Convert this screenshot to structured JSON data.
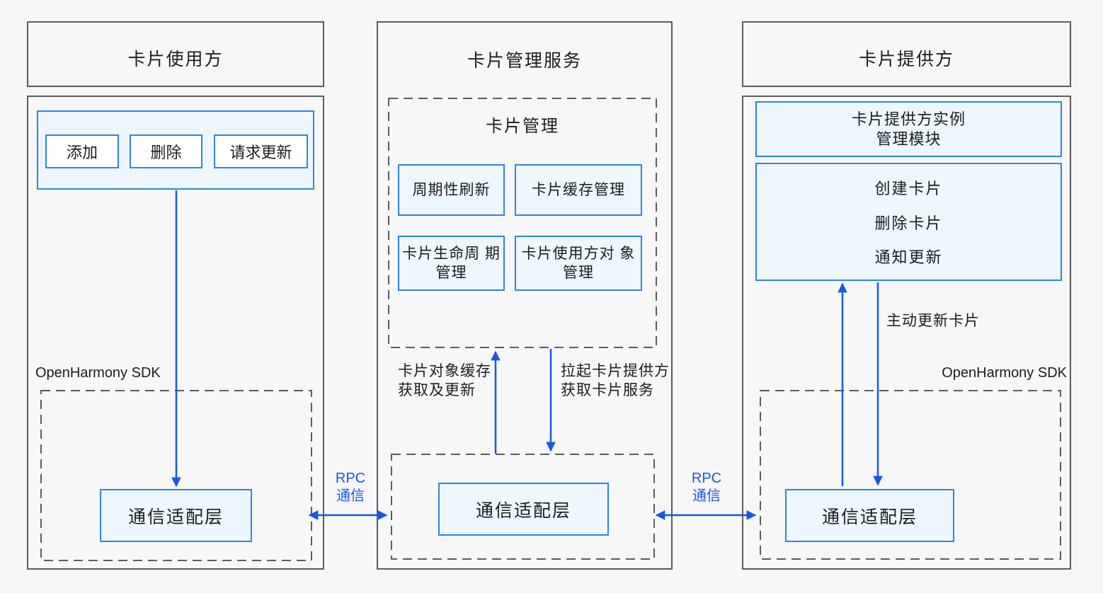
{
  "colors": {
    "background": "#f7f7f8",
    "box_border_gray": "#5a5c5e",
    "panel_border_blue": "#2a86e0",
    "panel_fill_blue": "#eef6fe",
    "arrow_blue": "#1757ec",
    "text": "#1b1c1e"
  },
  "consumer": {
    "title": "卡片使用方",
    "ops": [
      "添加",
      "删除",
      "请求更新"
    ],
    "sdk_label": "OpenHarmony SDK",
    "comm_layer": "通信适配层"
  },
  "manager": {
    "title": "卡片管理服务",
    "mgmt": {
      "title": "卡片管理",
      "m1": "周期性刷新",
      "m2": "卡片缓存管理",
      "m3": [
        "卡片生命周",
        "期管理"
      ],
      "m4": [
        "卡片使用方对",
        "象管理"
      ]
    },
    "label_cache": [
      "卡片对象缓存",
      "获取及更新"
    ],
    "label_launch": [
      "拉起卡片提供方",
      "获取卡片服务"
    ],
    "comm_layer": "通信适配层"
  },
  "provider": {
    "title": "卡片提供方",
    "instance_module": [
      "卡片提供方实例",
      "管理模块"
    ],
    "capabilities": [
      "创建卡片",
      "删除卡片",
      "通知更新"
    ],
    "update_label": "主动更新卡片",
    "sdk_label": "OpenHarmony SDK",
    "comm_layer": "通信适配层"
  },
  "rpc": [
    "RPC",
    "通信"
  ]
}
